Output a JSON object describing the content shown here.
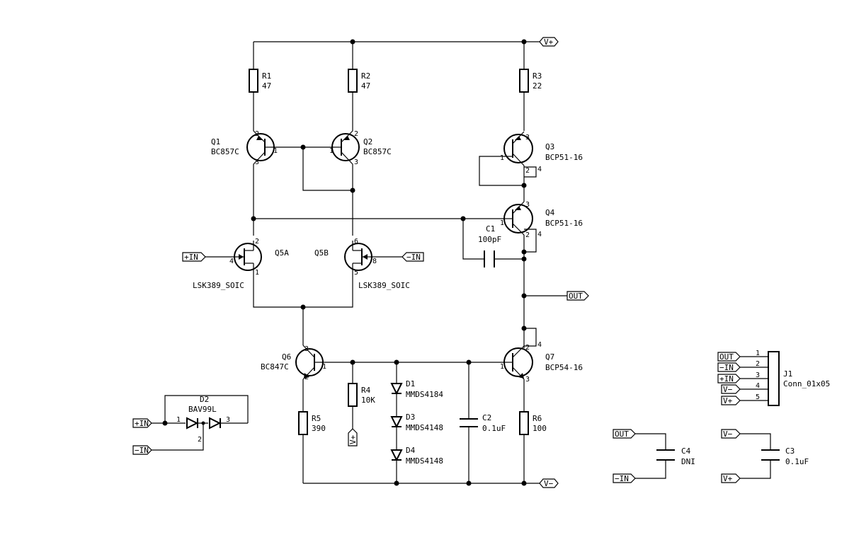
{
  "components": {
    "R1": {
      "ref": "R1",
      "value": "47"
    },
    "R2": {
      "ref": "R2",
      "value": "47"
    },
    "R3": {
      "ref": "R3",
      "value": "22"
    },
    "R4": {
      "ref": "R4",
      "value": "10K"
    },
    "R5": {
      "ref": "R5",
      "value": "390"
    },
    "R6": {
      "ref": "R6",
      "value": "100"
    },
    "Q1": {
      "ref": "Q1",
      "value": "BC857C"
    },
    "Q2": {
      "ref": "Q2",
      "value": "BC857C"
    },
    "Q3": {
      "ref": "Q3",
      "value": "BCP51-16"
    },
    "Q4": {
      "ref": "Q4",
      "value": "BCP51-16"
    },
    "Q5A": {
      "ref": "Q5A",
      "value": "LSK389_SOIC"
    },
    "Q5B": {
      "ref": "Q5B",
      "value": "LSK389_SOIC"
    },
    "Q6": {
      "ref": "Q6",
      "value": "BC847C"
    },
    "Q7": {
      "ref": "Q7",
      "value": "BCP54-16"
    },
    "C1": {
      "ref": "C1",
      "value": "100pF"
    },
    "C2": {
      "ref": "C2",
      "value": "0.1uF"
    },
    "C3": {
      "ref": "C3",
      "value": "0.1uF"
    },
    "C4": {
      "ref": "C4",
      "value": "DNI"
    },
    "D1": {
      "ref": "D1",
      "value": "MMDS4184"
    },
    "D2": {
      "ref": "D2",
      "value": "BAV99L"
    },
    "D3": {
      "ref": "D3",
      "value": "MMDS4148"
    },
    "D4": {
      "ref": "D4",
      "value": "MMDS4148"
    },
    "J1": {
      "ref": "J1",
      "value": "Conn_01x05"
    }
  },
  "nets": {
    "vplus": "V+",
    "vminus": "V−",
    "out": "OUT",
    "inp": "+IN",
    "inn": "−IN"
  },
  "pins": [
    "1",
    "2",
    "3",
    "4",
    "5",
    "6",
    "8"
  ]
}
